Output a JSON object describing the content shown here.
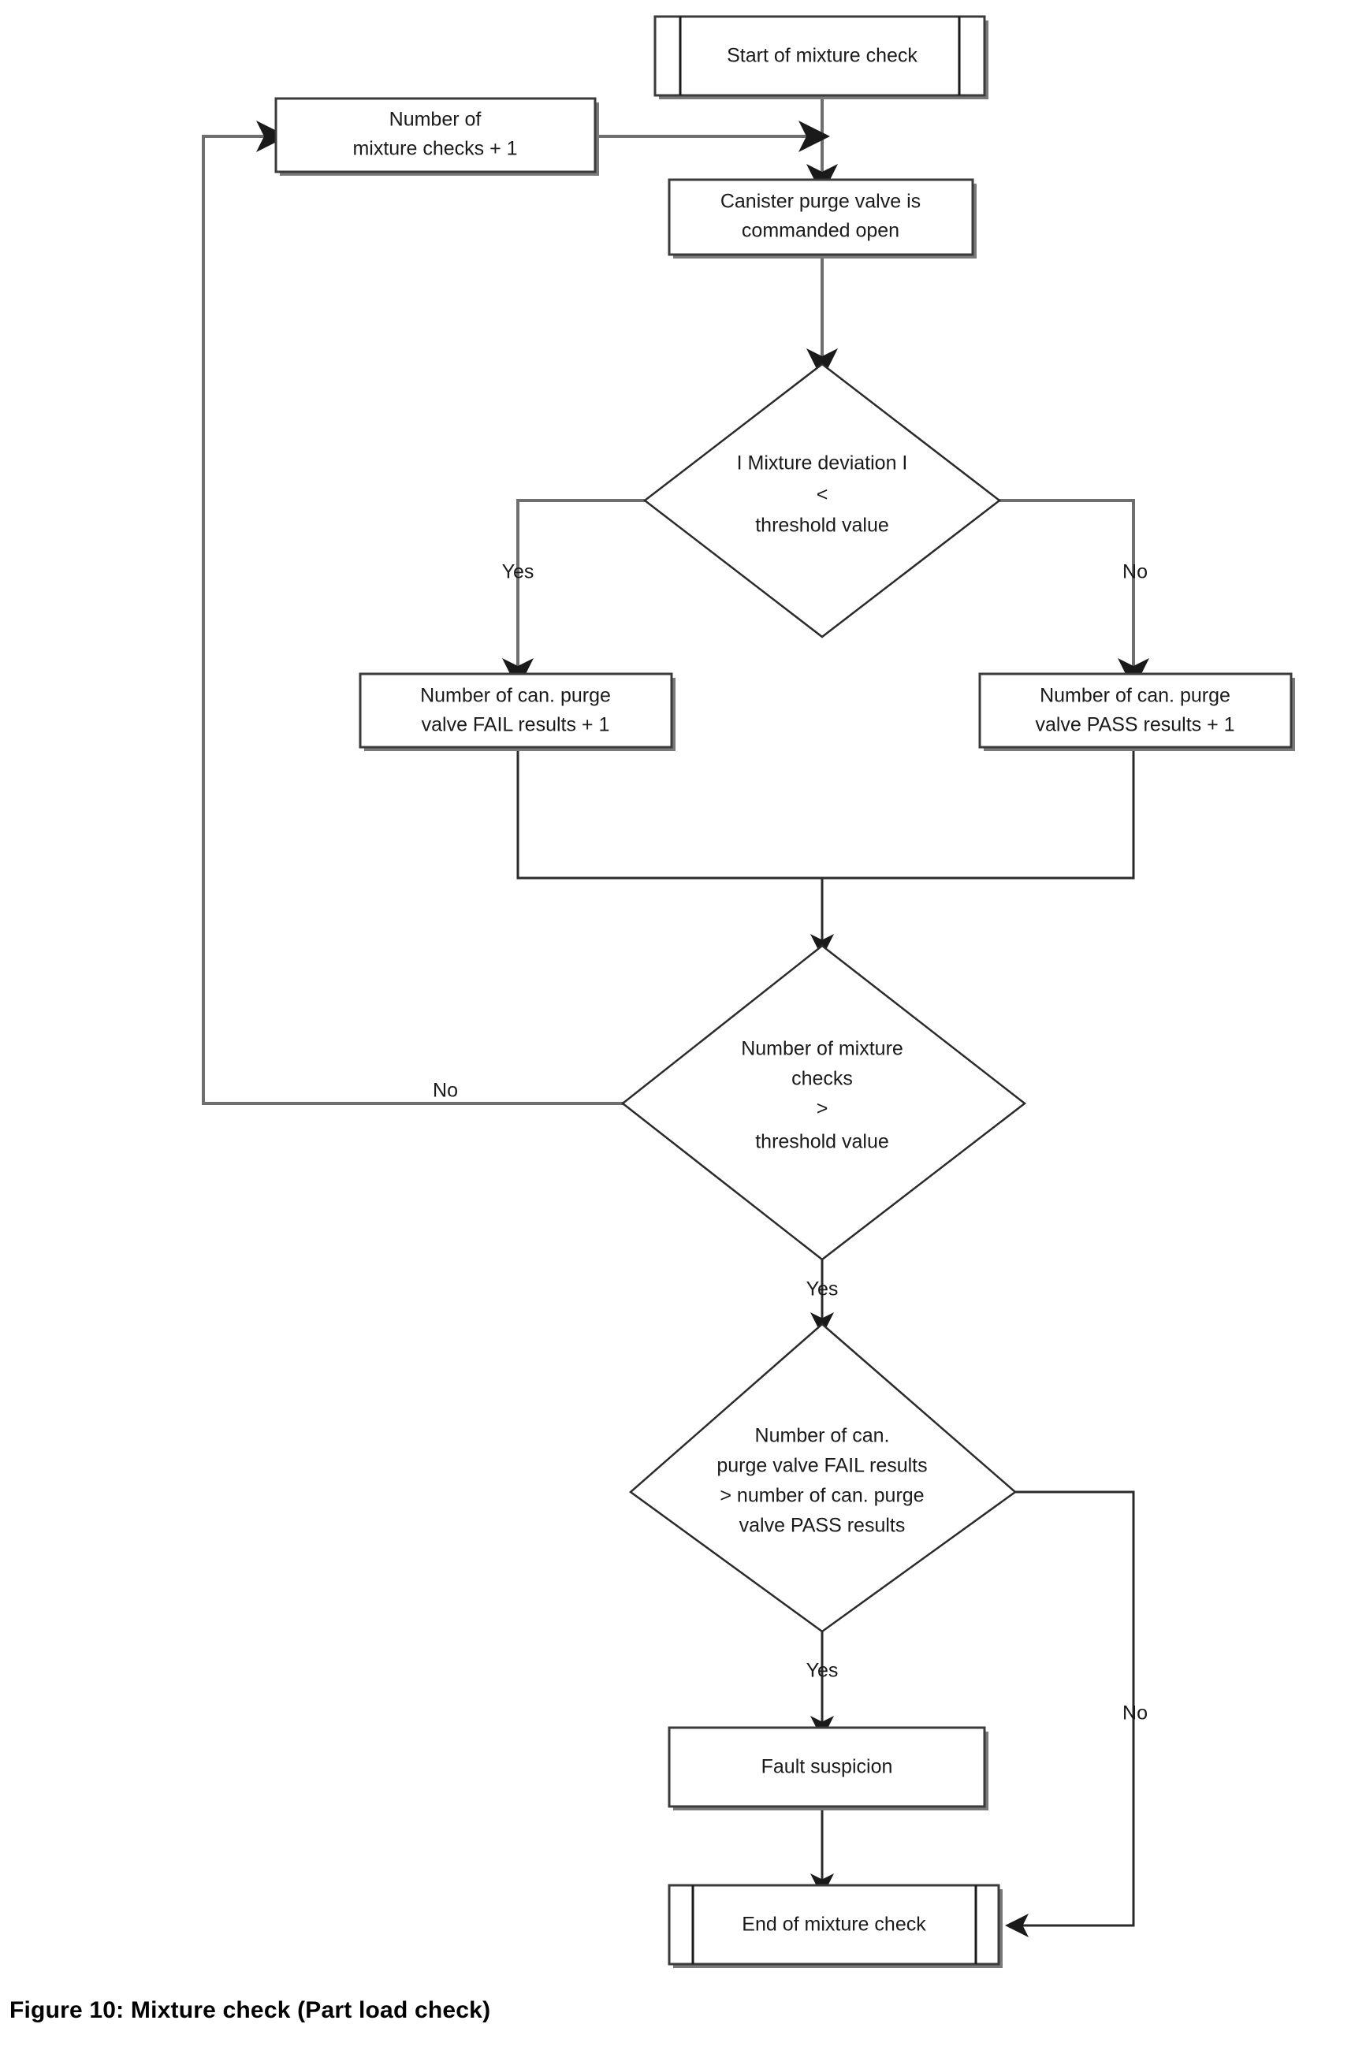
{
  "figure": {
    "caption": "Figure 10: Mixture check (Part load check)"
  },
  "chart_data": {
    "type": "diagram",
    "subtype": "flowchart",
    "title": "Figure 10: Mixture check (Part load check)",
    "orientation": "top-to-bottom",
    "nodes": [
      {
        "id": "start",
        "shape": "terminal",
        "label": "Start of mixture check"
      },
      {
        "id": "incr_checks",
        "shape": "process",
        "label": "Number of\nmixture checks + 1"
      },
      {
        "id": "open_valve",
        "shape": "process",
        "label": "Canister purge valve is\ncommanded open"
      },
      {
        "id": "dev_check",
        "shape": "decision",
        "label": "I Mixture deviation I\n<\nthreshold value"
      },
      {
        "id": "fail_incr",
        "shape": "process",
        "label": "Number of can. purge\nvalve FAIL results + 1"
      },
      {
        "id": "pass_incr",
        "shape": "process",
        "label": "Number of can. purge\nvalve PASS results + 1"
      },
      {
        "id": "count_check",
        "shape": "decision",
        "label": "Number of mixture\nchecks\n>\nthreshold value"
      },
      {
        "id": "compare_check",
        "shape": "decision",
        "label": "Number of can.\npurge valve FAIL results\n> number of can. purge\nvalve PASS results"
      },
      {
        "id": "fault",
        "shape": "process",
        "label": "Fault suspicion"
      },
      {
        "id": "end",
        "shape": "terminal",
        "label": "End of mixture check"
      }
    ],
    "edges": [
      {
        "from": "start",
        "to": "open_valve",
        "label": ""
      },
      {
        "from": "incr_checks",
        "to": "open_valve",
        "label": ""
      },
      {
        "from": "open_valve",
        "to": "dev_check",
        "label": ""
      },
      {
        "from": "dev_check",
        "to": "fail_incr",
        "label": "Yes"
      },
      {
        "from": "dev_check",
        "to": "pass_incr",
        "label": "No"
      },
      {
        "from": "fail_incr",
        "to": "count_check",
        "label": ""
      },
      {
        "from": "pass_incr",
        "to": "count_check",
        "label": ""
      },
      {
        "from": "count_check",
        "to": "incr_checks",
        "label": "No"
      },
      {
        "from": "count_check",
        "to": "compare_check",
        "label": "Yes"
      },
      {
        "from": "compare_check",
        "to": "fault",
        "label": "Yes"
      },
      {
        "from": "compare_check",
        "to": "end",
        "label": "No"
      },
      {
        "from": "fault",
        "to": "end",
        "label": ""
      }
    ]
  },
  "nodes": {
    "start": {
      "line1": "Start of mixture check"
    },
    "incr_checks": {
      "line1": "Number of",
      "line2": "mixture checks + 1"
    },
    "open_valve": {
      "line1": "Canister purge valve is",
      "line2": "commanded open"
    },
    "dev_check": {
      "line1": "I Mixture deviation I",
      "line2": "<",
      "line3": "threshold value"
    },
    "fail_incr": {
      "line1": "Number of can. purge",
      "line2": "valve FAIL results + 1"
    },
    "pass_incr": {
      "line1": "Number of can. purge",
      "line2": "valve PASS results + 1"
    },
    "count_check": {
      "line1": "Number of mixture",
      "line2": "checks",
      "line3": ">",
      "line4": "threshold value"
    },
    "compare_check": {
      "line1": "Number of can.",
      "line2": "purge valve FAIL results",
      "line3": "> number of can. purge",
      "line4": "valve PASS results"
    },
    "fault": {
      "line1": "Fault suspicion"
    },
    "end": {
      "line1": "End of mixture check"
    }
  },
  "edge_labels": {
    "dev_yes": "Yes",
    "dev_no": "No",
    "count_no": "No",
    "count_yes": "Yes",
    "compare_yes": "Yes",
    "compare_no": "No"
  },
  "colors": {
    "background": "#ffffff",
    "node_stroke": "#3b3b3b",
    "node_fill": "#ffffff",
    "shadow": "#7a7a7a",
    "connector": "#6e6e6e",
    "text": "#1a1a1a"
  }
}
